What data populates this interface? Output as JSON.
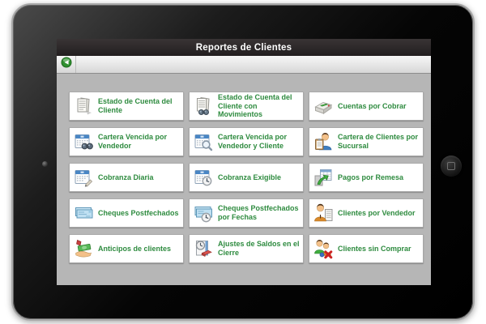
{
  "header": {
    "title": "Reportes de Clientes"
  },
  "toolbar": {
    "buttons": [
      {
        "name": "go-back",
        "icon": "green-circle-arrow"
      }
    ]
  },
  "grid": {
    "buttons": [
      {
        "label": "Estado de Cuenta del Cliente",
        "icon": "document-list-icon"
      },
      {
        "label": "Estado de Cuenta del Cliente con Movimientos",
        "icon": "document-binoculars-icon"
      },
      {
        "label": "Cuentas por Cobrar",
        "icon": "cash-register-icon"
      },
      {
        "label": "Cartera Vencida por Vendedor",
        "icon": "calendar-binoculars-icon"
      },
      {
        "label": "Cartera Vencida por Vendedor y Cliente",
        "icon": "calendar-magnifier-icon"
      },
      {
        "label": "Cartera de Clientes por Sucursal",
        "icon": "person-clipboard-icon"
      },
      {
        "label": "Cobranza Diaria",
        "icon": "calendar-pencil-icon"
      },
      {
        "label": "Cobranza Exigible",
        "icon": "calendar-clock-icon"
      },
      {
        "label": "Pagos por Remesa",
        "icon": "spreadsheet-arrow-icon"
      },
      {
        "label": "Cheques Postfechados",
        "icon": "cheque-icon"
      },
      {
        "label": "Cheques Postfechados por Fechas",
        "icon": "cheque-clock-icon"
      },
      {
        "label": "Clientes por Vendedor",
        "icon": "salesperson-report-icon"
      },
      {
        "label": "Anticipos de clientes",
        "icon": "money-hand-icon"
      },
      {
        "label": "Ajustes de Saldos en el Cierre",
        "icon": "clock-eraser-icon"
      },
      {
        "label": "Clientes sin Comprar",
        "icon": "people-remove-icon"
      }
    ]
  },
  "colors": {
    "label_green": "#2e8b3f",
    "header_bg": "#262223",
    "content_bg": "#b6b6b6",
    "accent_green": "#2f8f2f"
  }
}
